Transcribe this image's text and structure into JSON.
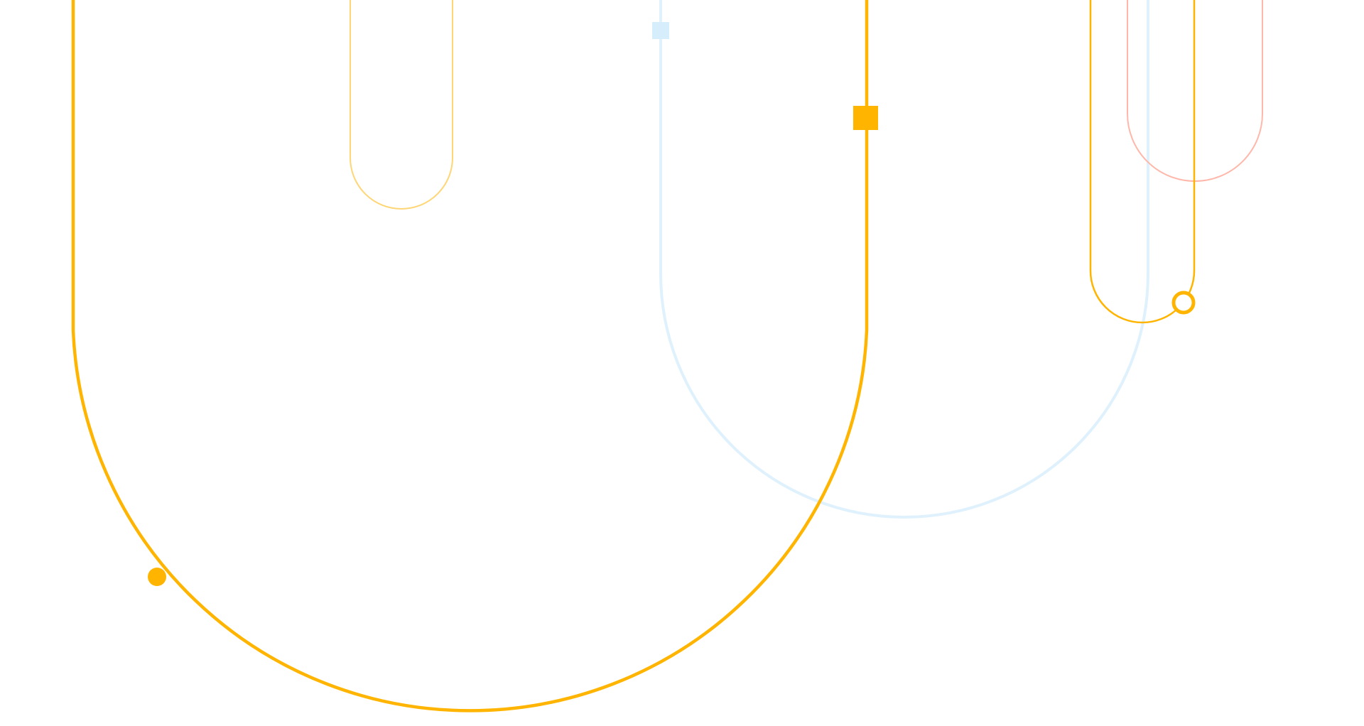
{
  "page": {
    "background_color": "#ffffff"
  },
  "palette": {
    "amber": "#ffb400",
    "amber_light": "#ffd676",
    "sky_light": "#dff1fd",
    "sky_square": "#d6eefc",
    "salmon_light": "#ffb7aa"
  },
  "decorations": [
    {
      "id": "large-amber-u-curve",
      "color_key": "amber"
    },
    {
      "id": "small-pale-amber-u-curve",
      "color_key": "amber_light"
    },
    {
      "id": "light-blue-u-curve",
      "color_key": "sky_light"
    },
    {
      "id": "right-amber-u-curve",
      "color_key": "amber"
    },
    {
      "id": "salmon-u-curve",
      "color_key": "salmon_light"
    },
    {
      "id": "thin-light-blue-line",
      "color_key": "sky_light"
    }
  ],
  "markers": [
    {
      "id": "amber-dot-marker",
      "shape": "filled-circle",
      "color_key": "amber"
    },
    {
      "id": "amber-square-marker",
      "shape": "filled-square",
      "color_key": "amber"
    },
    {
      "id": "light-blue-square-marker",
      "shape": "filled-square",
      "color_key": "sky_square"
    },
    {
      "id": "amber-ring-marker",
      "shape": "ring",
      "color_key": "amber"
    }
  ]
}
